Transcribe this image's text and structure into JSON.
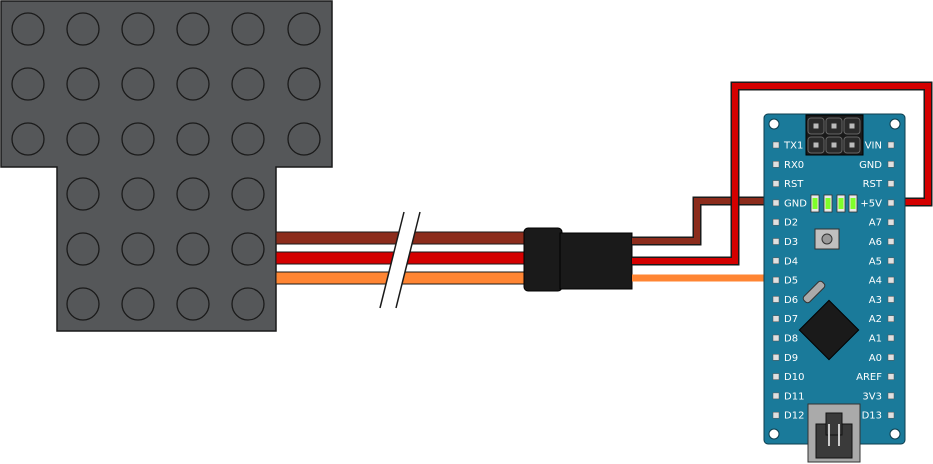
{
  "board": {
    "left_pins": [
      "TX1",
      "RX0",
      "RST",
      "GND",
      "D2",
      "D3",
      "D4",
      "D5",
      "D6",
      "D7",
      "D8",
      "D9",
      "D10",
      "D11",
      "D12"
    ],
    "right_pins": [
      "VIN",
      "GND",
      "RST",
      "+5V",
      "A7",
      "A6",
      "A5",
      "A4",
      "A3",
      "A2",
      "A1",
      "A0",
      "AREF",
      "3V3",
      "D13"
    ]
  },
  "colors": {
    "module_fill": "#555759",
    "board_fill": "#1a7a9a",
    "wire_brown": "#8c2c1c",
    "wire_red": "#d40000",
    "wire_orange": "#ff8533",
    "connector": "#1a1a1a",
    "led_green": "#7fff2a"
  }
}
